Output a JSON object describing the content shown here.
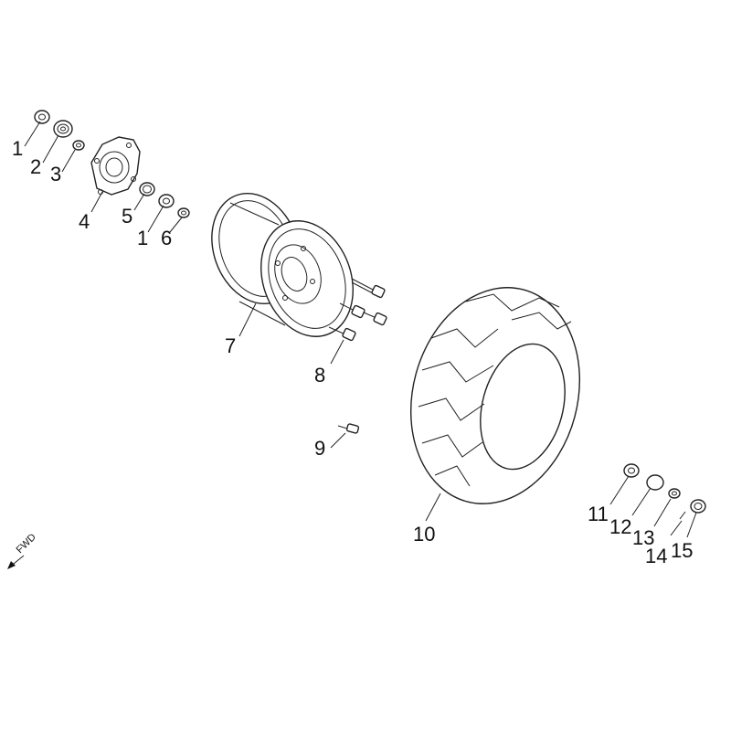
{
  "callouts": {
    "c1a": "1",
    "c2": "2",
    "c3": "3",
    "c4": "4",
    "c5": "5",
    "c1b": "1",
    "c6": "6",
    "c7": "7",
    "c8": "8",
    "c9": "9",
    "c10": "10",
    "c11": "11",
    "c12": "12",
    "c13": "13",
    "c14": "14",
    "c15": "15"
  },
  "direction_label": "FWD"
}
